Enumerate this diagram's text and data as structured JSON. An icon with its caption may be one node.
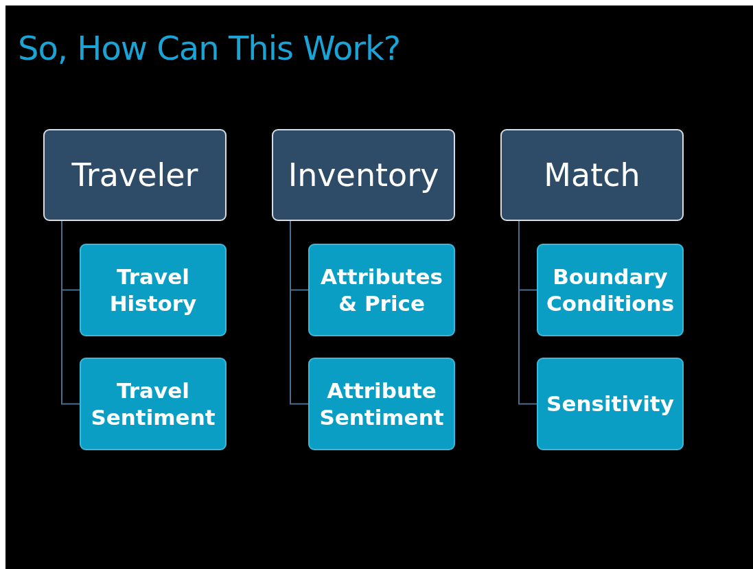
{
  "diagram": {
    "title": "So, How Can This Work?",
    "nodes": [
      {
        "text": [
          "Traveler"
        ]
      },
      {
        "text": [
          "Travel History"
        ]
      },
      {
        "text": [
          "Travel Sentiment"
        ]
      },
      {
        "text": [
          "Inventory"
        ]
      },
      {
        "text": [
          "Attributes & Price"
        ]
      },
      {
        "text": [
          "Attribute Sentiment"
        ]
      },
      {
        "text": [
          "Match"
        ]
      },
      {
        "text": [
          "Boundary Conditions"
        ]
      },
      {
        "text": [
          "Sensitivity"
        ]
      }
    ],
    "edges": [
      {
        "from": 0,
        "to": 1,
        "arrow": "none"
      },
      {
        "from": 0,
        "to": 2,
        "arrow": "none"
      },
      {
        "from": 3,
        "to": 4,
        "arrow": "none"
      },
      {
        "from": 3,
        "to": 5,
        "arrow": "none"
      },
      {
        "from": 6,
        "to": 7,
        "arrow": "none"
      },
      {
        "from": 6,
        "to": 8,
        "arrow": "none"
      }
    ]
  }
}
